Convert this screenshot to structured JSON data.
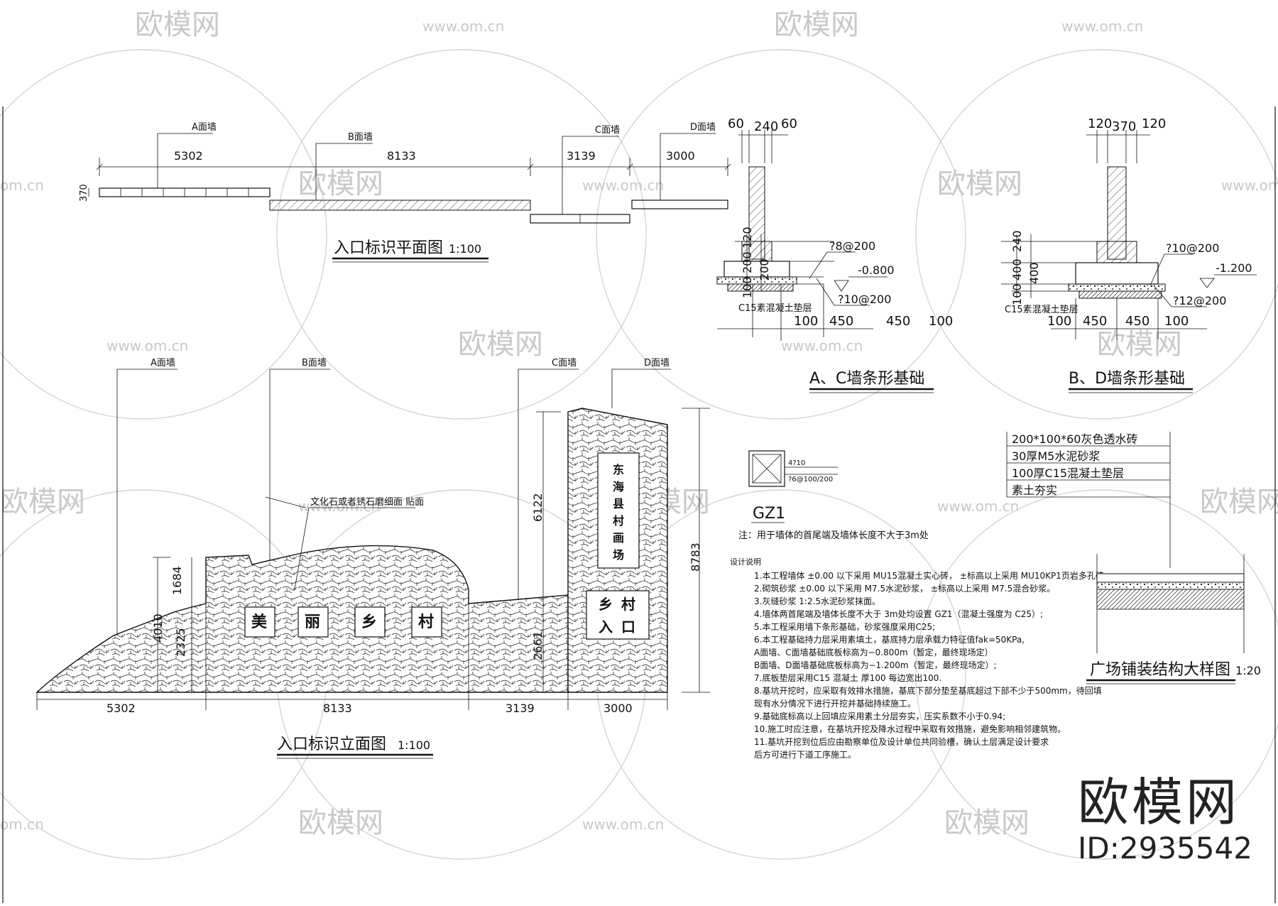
{
  "watermarks": {
    "brand": "欧模网",
    "url": "www.om.cn",
    "url_fragment": "om.cn"
  },
  "plan": {
    "title": "入口标识平面图",
    "scale": "1:100",
    "labels": {
      "a": "A面墙",
      "b": "B面墙",
      "c": "C面墙",
      "d": "D面墙"
    },
    "dims": [
      "5302",
      "8133",
      "3139",
      "3000"
    ],
    "thickness": "370"
  },
  "elevation": {
    "title": "入口标识立面图",
    "scale": "1:100",
    "labels": {
      "a": "A面墙",
      "b": "B面墙",
      "c": "C面墙",
      "d": "D面墙"
    },
    "material_note": "文化石或者锈石磨细面  贴面",
    "dims_bottom": [
      "5302",
      "8133",
      "3139",
      "3000"
    ],
    "heights": {
      "h1684": "1684",
      "h4010": "4010",
      "h2325": "2325",
      "h2661": "2661",
      "h6122": "6122",
      "h8783": "8783"
    },
    "sign_tall": [
      "东",
      "海",
      "县",
      "村",
      "画",
      "场"
    ],
    "sign_wide": [
      "美",
      "丽",
      "乡",
      "村"
    ],
    "sign_side": [
      "乡",
      "村",
      "入",
      "口"
    ]
  },
  "footing_ac": {
    "title": "A、C墙条形基础",
    "top_dims": [
      "60",
      "240",
      "60"
    ],
    "side_dims": [
      "120",
      "200",
      "100",
      "200"
    ],
    "rebar_top": "?8@200",
    "rebar_bottom": "?10@200",
    "level": "-0.800",
    "concrete": "C15素混凝土垫层",
    "bottom_dims": [
      "100",
      "450",
      "450",
      "100"
    ]
  },
  "footing_bd": {
    "title": "B、D墙条形基础",
    "top_dims": [
      "120",
      "370",
      "120"
    ],
    "side_dims": [
      "240",
      "400",
      "100",
      "400"
    ],
    "rebar_top": "?10@200",
    "rebar_bottom": "?12@200",
    "level": "-1.200",
    "concrete": "C15素混凝土垫层",
    "bottom_dims": [
      "100",
      "450",
      "450",
      "100"
    ]
  },
  "column": {
    "name": "GZ1",
    "rebar1": "4?10",
    "rebar2": "?6@100/200",
    "note": "注：用于墙体的首尾端及墙体长度不大于3m处"
  },
  "notes": {
    "heading": "设计说明",
    "items": [
      "1.本工程墙体 ±0.00 以下采用 MU15混凝土实心砖，  ±标高以上采用 MU10KP1页岩多孔砖。",
      "2.砌筑砂浆 ±0.00 以下采用 M7.5水泥砂浆，  ±标高以上采用 M7.5混合砂浆。",
      "3.灰缝砂浆  1:2.5水泥砂浆抹面。",
      "4.墙体两首尾端及墙体长度不大于     3m处均设置 GZ1（混凝土强度为 C25）;",
      "5.本工程采用墙下条形基础，砂浆强度采用C25;",
      "6.本工程基础持力层采用素填土，基底持力层承载力特征值fak=50KPa,",
      "  A面墙、C面墙基础底板标高为−0.800m（暂定，最终现场定）",
      "  B面墙、D面墙基础底板标高为−1.200m（暂定，最终现场定）;",
      "7.底板垫层采用C15 混凝土 厚100 每边宽出100.",
      "8.基坑开挖时，应采取有效排水措施，基底下部分垫至基底超过下部不少于500mm，待回填",
      "  现有水分情况下进行开挖并基础持续施工。",
      "9.基础底标高以上回填应采用素土分层夯实，压实系数不小于0.94;",
      "10.施工时应注意，在基坑开挖及降水过程中采取有效措施，避免影响相邻建筑物。",
      "11.基坑开挖到位后应由勘察单位及设计单位共同验槽，确认土层满足设计要求",
      "   后方可进行下道工序施工。"
    ]
  },
  "paving": {
    "title": "广场铺装结构大样图",
    "scale": "1:20",
    "layers": [
      "200*100*60灰色透水砖",
      "30厚M5水泥砂浆",
      "100厚C15混凝土垫层",
      "素土夯实"
    ]
  },
  "brand_block": {
    "name": "欧模网",
    "id": "ID:2935542"
  }
}
